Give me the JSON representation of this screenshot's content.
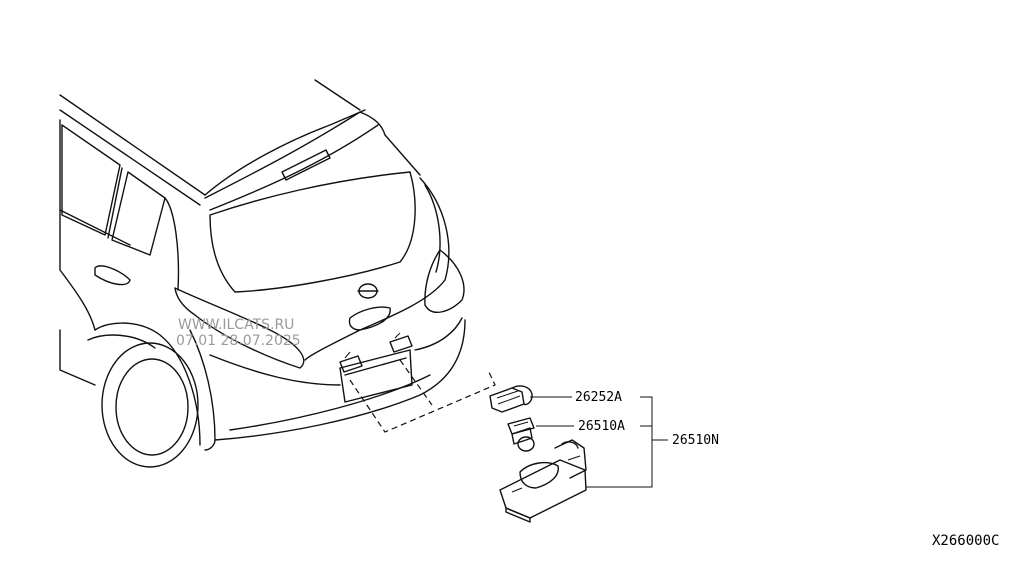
{
  "watermark": {
    "line1": "WWW.ILCATS.RU",
    "line2": "07.01 28.07.2025"
  },
  "parts": [
    {
      "id": "bulb_socket",
      "number": "26252A"
    },
    {
      "id": "bulb",
      "number": "26510A"
    },
    {
      "id": "lamp_assembly",
      "number": "26510N"
    }
  ],
  "diagram_ref": "X266000C"
}
